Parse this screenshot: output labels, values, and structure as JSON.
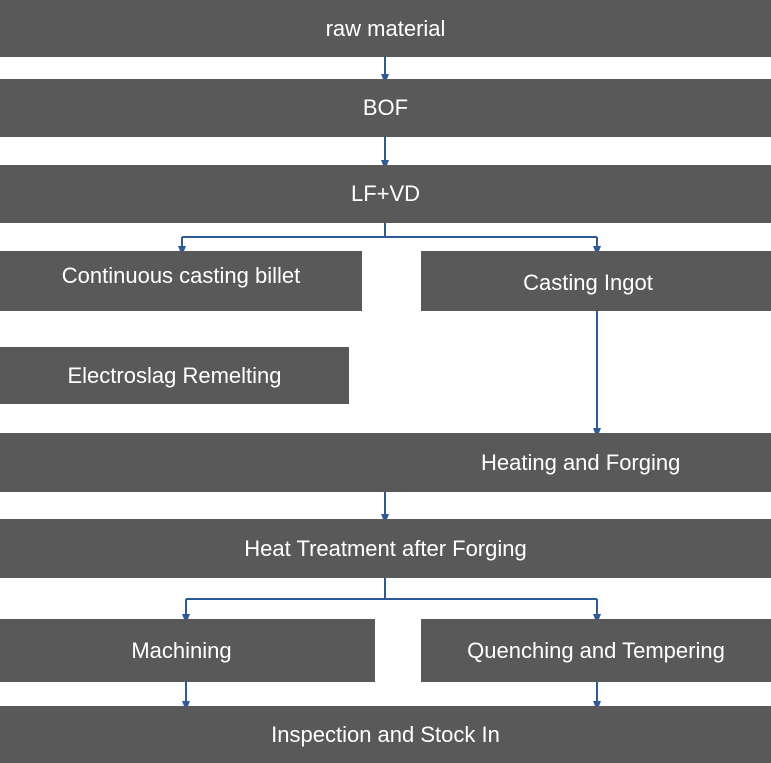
{
  "flowchart": {
    "steps": {
      "raw_material": "raw material",
      "bof": "BOF",
      "lf_vd": "LF+VD",
      "continuous_casting_billet": "Continuous casting billet",
      "casting_ingot": "Casting Ingot",
      "electroslag_remelting": "Electroslag Remelting",
      "heating_and_forging": "Heating and Forging",
      "heat_treatment_after_forging": "Heat Treatment after Forging",
      "machining": "Machining",
      "quenching_and_tempering": "Quenching and Tempering",
      "inspection_and_stock_in": "Inspection and Stock In"
    },
    "colors": {
      "box_fill": "#595959",
      "box_text": "#ffffff",
      "arrow": "#2e5b94"
    }
  }
}
